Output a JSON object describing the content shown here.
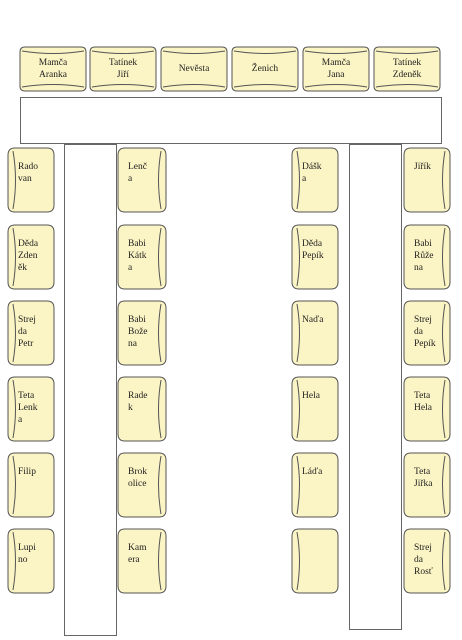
{
  "head_table": {
    "place_cards": [
      "Mamča\nAranka",
      "Tatínek\nJiří",
      "Nevěsta",
      "Ženich",
      "Mamča\nJana",
      "Tatínek\nZdeněk"
    ]
  },
  "decor": {
    "cake_icon": "cake-icon",
    "vine_color": "#b9d87a",
    "card_color": "#fbf4c4"
  },
  "left_table": {
    "outer_seats": [
      "Rado\nvan",
      "Děda\nZden\něk",
      "Strej\nda\nPetr",
      "Teta\nLenk\na",
      "Filip",
      "Lupi\nno"
    ],
    "inner_seats": [
      "Lenč\na",
      "Babi\nKátk\na",
      "Babi\nBože\nna",
      "Rade\nk",
      "Brok\nolice",
      "Kam\nera"
    ]
  },
  "right_table": {
    "inner_seats": [
      "Dášk\na",
      "Děda\nPepík",
      "Naďa",
      "Hela",
      "Láďa",
      ""
    ],
    "outer_seats": [
      "Jiřík",
      "Babi\nRůže\nna",
      "Strej\nda\nPepík",
      "Teta\nHela",
      "Teta\nJiřka",
      "Strej\nda\nRosť"
    ]
  }
}
